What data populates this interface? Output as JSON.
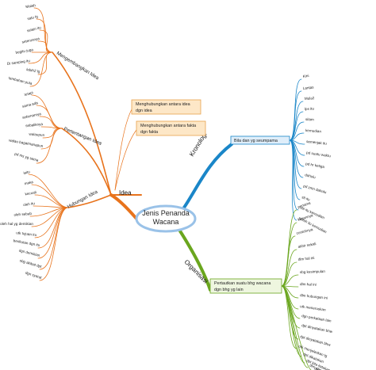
{
  "center": {
    "line1": "Jenis Penanda",
    "line2": "Wacana"
  },
  "colors": {
    "idea": "#e8731c",
    "kronologi": "#1a86c8",
    "organisasi": "#6aa61e",
    "center_fill": "#ffffff",
    "center_border": "#9ac2e8",
    "note_fill": "#fde7c7",
    "note_border": "#e8a24d"
  },
  "idea": {
    "label": "Idea",
    "notes": [
      {
        "line1": "Menghubungkan antara idea",
        "line2": "dgn idea"
      },
      {
        "line1": "Menghubungkan antara fakta",
        "line2": "dgn fakta"
      }
    ],
    "subtopics": [
      {
        "label": "Mengembangkan Idea",
        "items": [
          "Malah",
          "satu lg",
          "selain itu",
          "seterusnya",
          "begitu juga",
          "Di samping itu",
          "lebih2 lg",
          "tambahan pula"
        ]
      },
      {
        "label": "Pertentangan Idea",
        "items": [
          "tetapi",
          "sama ada",
          "sebenarnya",
          "sebaliknya",
          "walaupun",
          "walau bagaimanapun",
          "pd ms yg sama"
        ]
      },
      {
        "label": "Hubungan Idea",
        "items": [
          "iaitu",
          "maka",
          "kecuali",
          "oleh itu",
          "oleh sebab",
          "oleh hal yg demikian",
          "utk tujuan itu",
          "berikutan dgn itu",
          "dgn demikian",
          "sbg akibat dpt",
          "dgn syarat"
        ]
      }
    ]
  },
  "kronologi": {
    "label": "Kronologi",
    "box": "Bila dan yg seumpama",
    "items": [
      "Kini",
      "Lantas",
      "Mula2",
      "lps itu",
      "silam",
      "kemudian",
      "semenjak itu",
      "pd suatu waktu",
      "pd hr ketiga",
      "dahulu",
      "pd zmn dahulu",
      "stl itu",
      "sbl itu kemudian",
      "sstlah itu kemudian"
    ]
  },
  "organisasi": {
    "label": "Organisasi",
    "box": {
      "line1": "Pertautkan suatu bhg wacana",
      "line2": "dgn bhg yg lain"
    },
    "items": [
      "pertama",
      "kesannya",
      "contohnya",
      "akhir sekali",
      "dlm hal ini",
      "sbg kesimpulan",
      "dlm hal ini",
      "dlm hubungan ini",
      "utk meneruskan",
      "dgn perkataan lain",
      "dpt dinyatakan bhw",
      "dpt dinyatakan bhw",
      "utk menjelaskan lg",
      "dpt dikatakan",
      "dpt kita katakan",
      "dlm sbg pd lain",
      "dlm hal yg sama dgn itu"
    ]
  }
}
